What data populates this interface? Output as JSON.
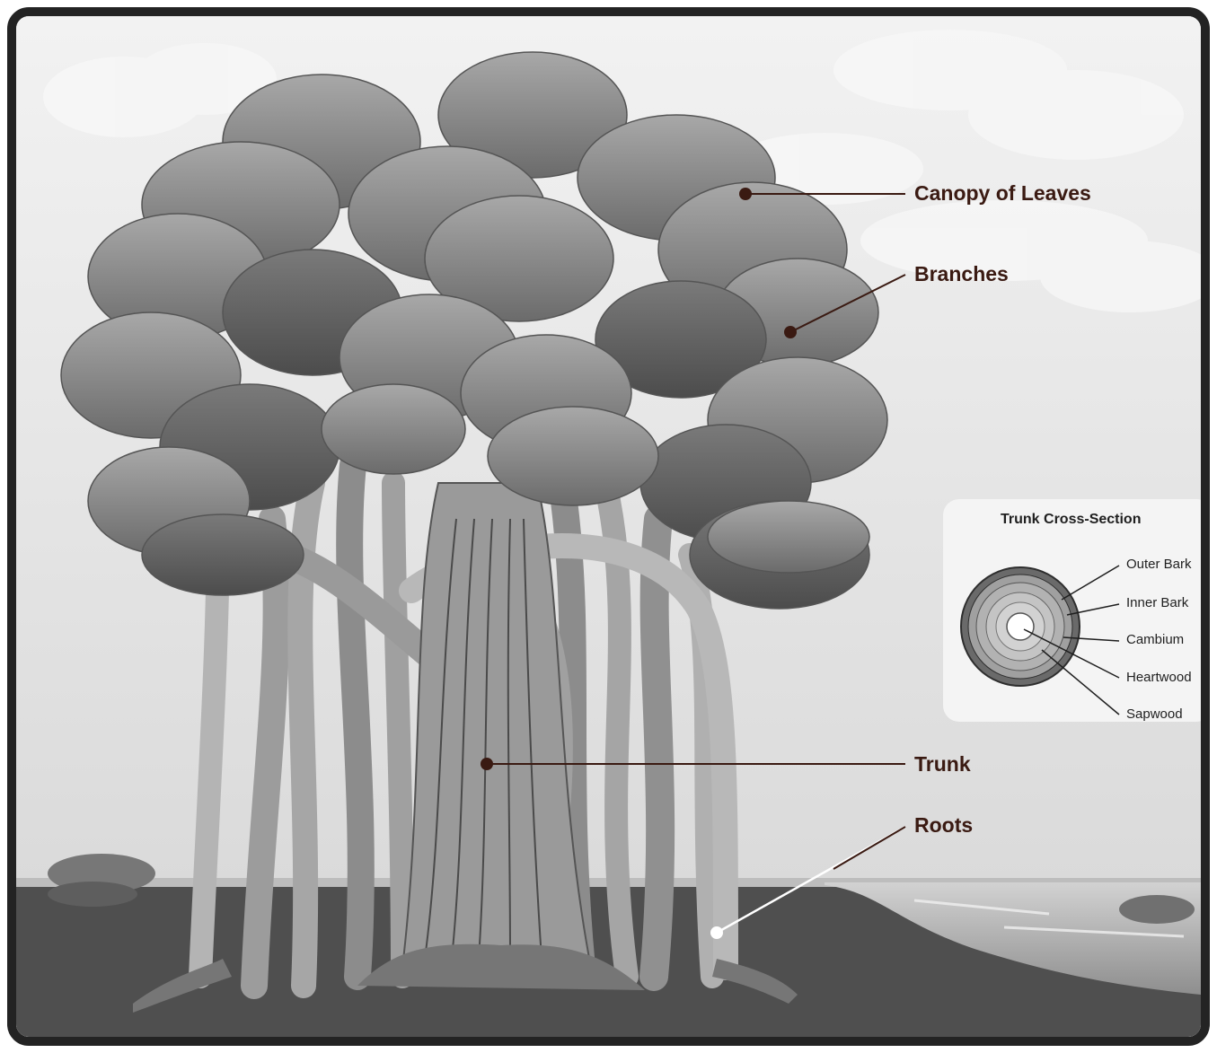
{
  "diagram": {
    "labels": {
      "canopy": "Canopy of Leaves",
      "branches": "Branches",
      "trunk": "Trunk",
      "roots": "Roots"
    },
    "cross_section": {
      "title": "Trunk Cross-Section",
      "layers": [
        "Outer Bark",
        "Inner Bark",
        "Cambium",
        "Heartwood",
        "Sapwood"
      ]
    },
    "colors": {
      "leader_line": "#3a1a12",
      "label_text": "#3a1a12",
      "ground": "#4f4f4f",
      "sky": "#e9e9e9",
      "frame": "#232323"
    }
  }
}
